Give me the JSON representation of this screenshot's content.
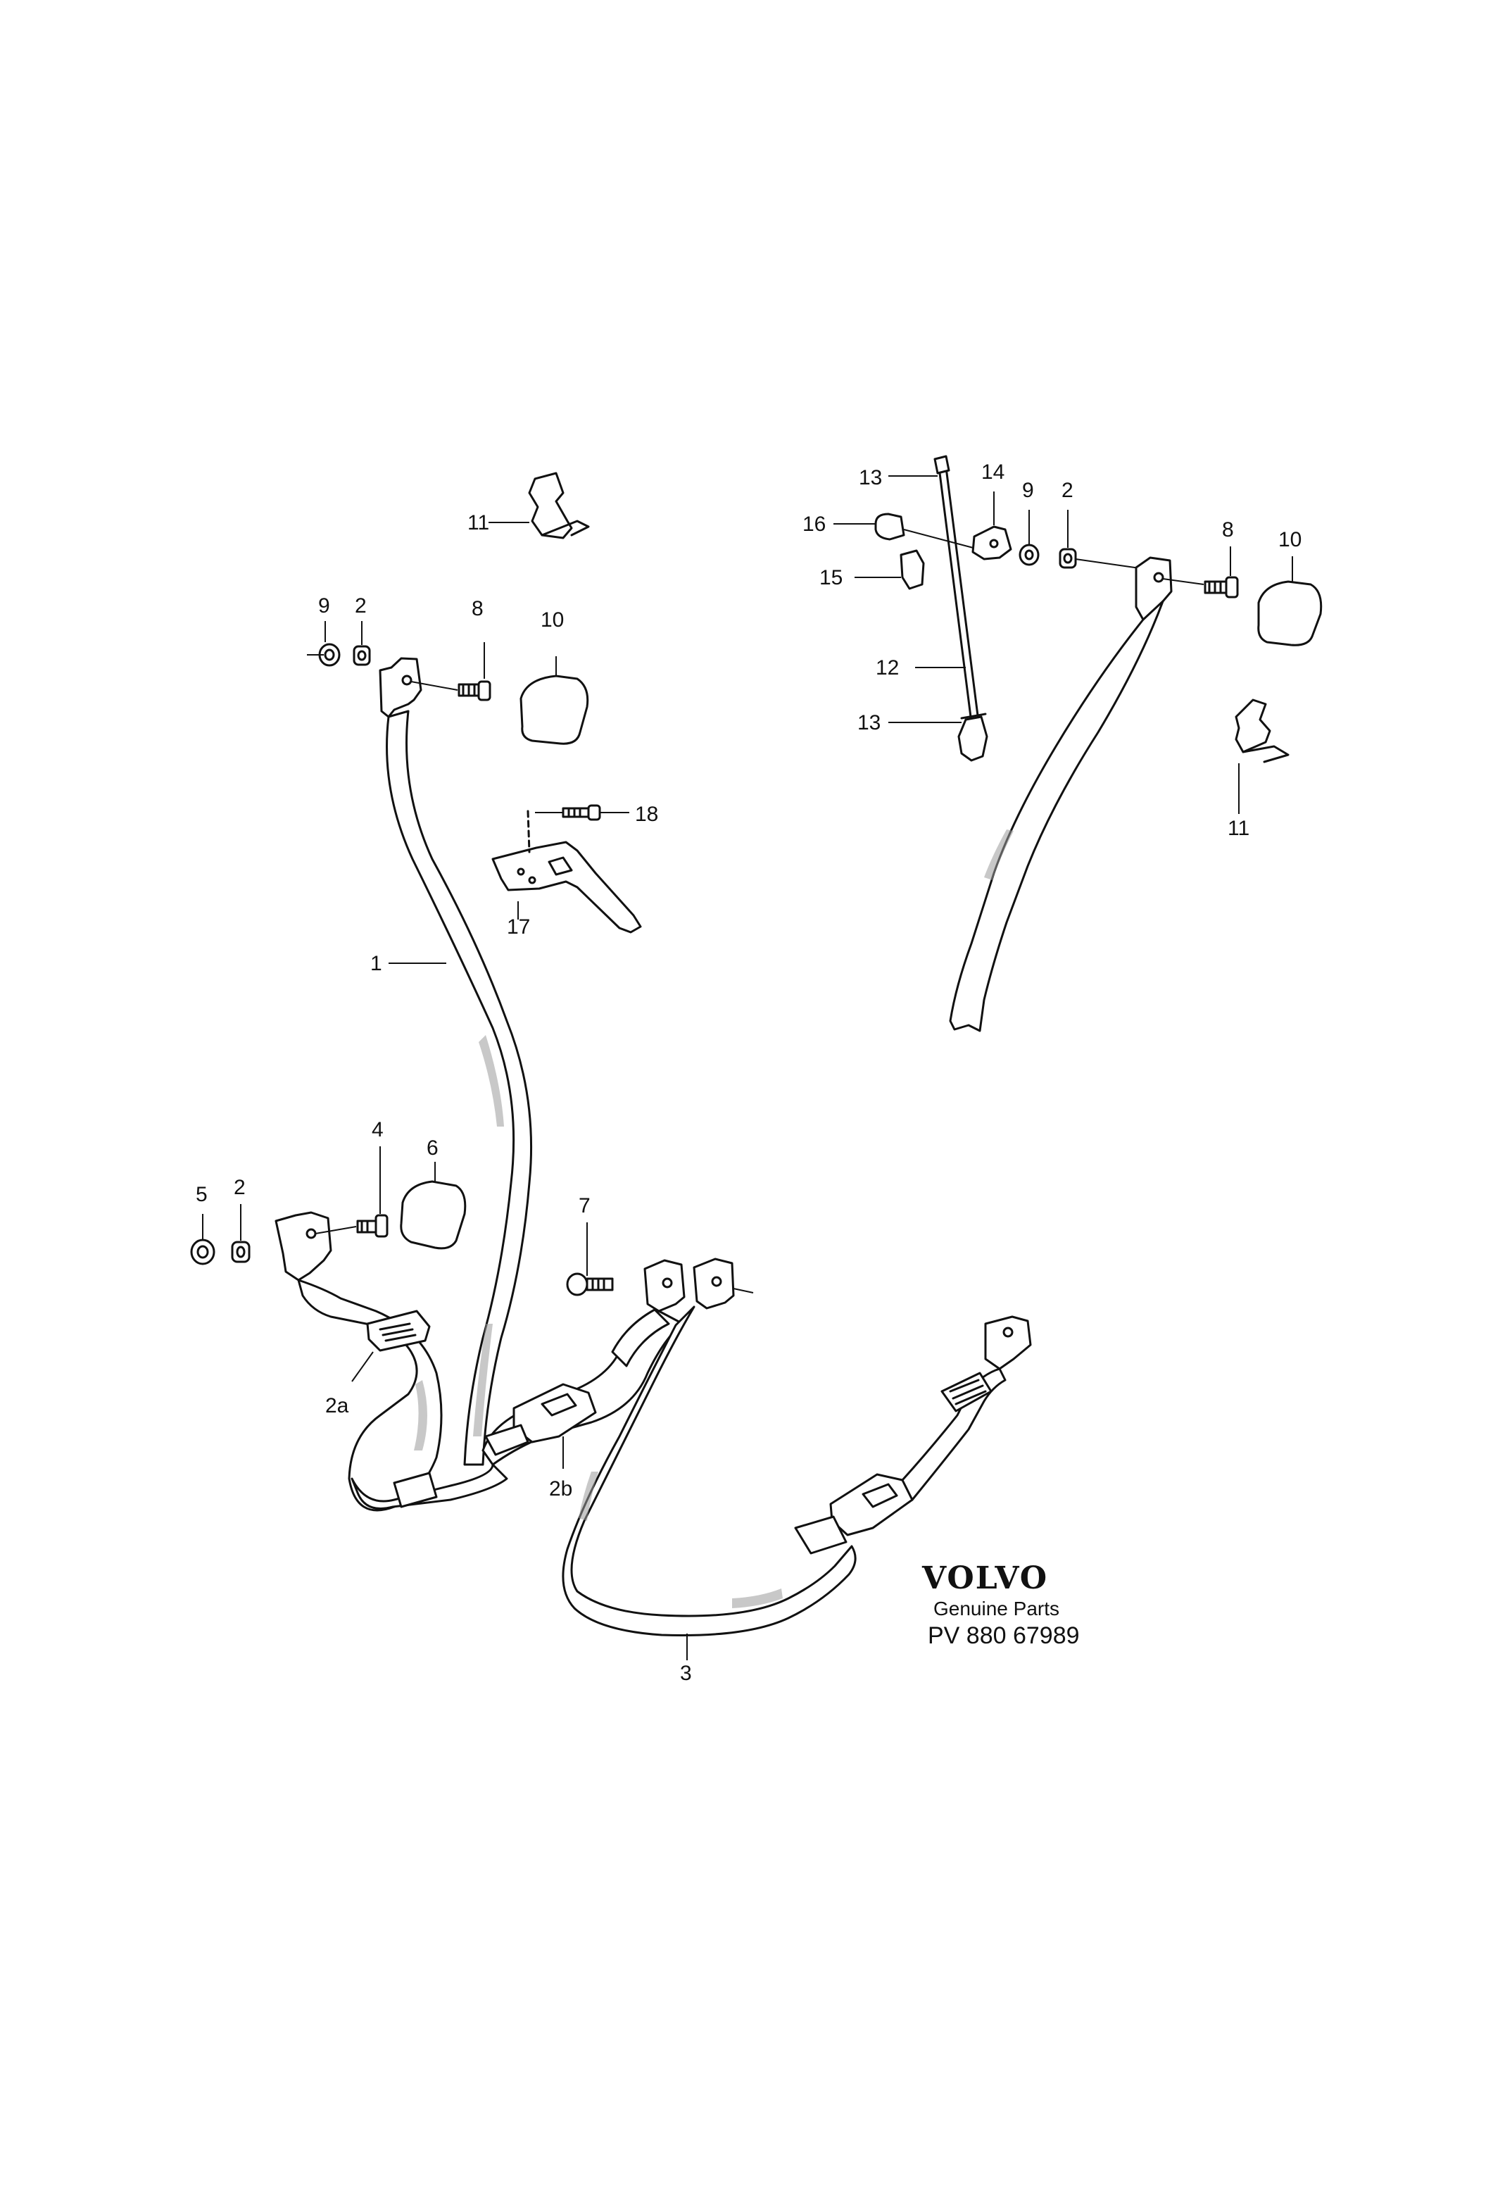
{
  "callouts": {
    "c1": "1",
    "c2_left_top": "2",
    "c2_left_bottom": "2",
    "c2_right": "2",
    "c2a": "2a",
    "c2b": "2b",
    "c3": "3",
    "c4": "4",
    "c5": "5",
    "c6": "6",
    "c7": "7",
    "c8_left": "8",
    "c8_right": "8",
    "c9_left": "9",
    "c9_right": "9",
    "c10_left": "10",
    "c10_right": "10",
    "c11_left": "11",
    "c11_right": "11",
    "c12": "12",
    "c13_top": "13",
    "c13_bottom": "13",
    "c14": "14",
    "c15": "15",
    "c16": "16",
    "c17": "17",
    "c18": "18"
  },
  "branding": {
    "brand": "VOLVO",
    "subtitle": "Genuine Parts",
    "part_number": "PV 880 67989"
  }
}
